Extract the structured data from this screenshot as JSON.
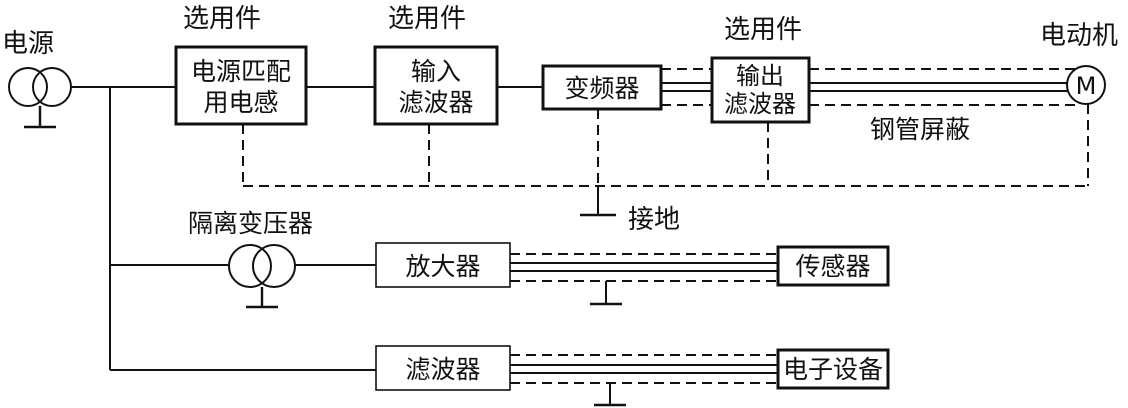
{
  "labels": {
    "power_source": "电源",
    "optional_1": "选用件",
    "optional_2": "选用件",
    "optional_3": "选用件",
    "motor": "电动机",
    "motor_symbol": "M",
    "steel_pipe_shield": "钢管屏蔽",
    "grounding": "接地",
    "isolation_transformer": "隔离变压器"
  },
  "blocks": {
    "matching_inductor": [
      "电源匹配",
      "用电感"
    ],
    "input_filter": [
      "输入",
      "滤波器"
    ],
    "inverter": "变频器",
    "output_filter": [
      "输出",
      "滤波器"
    ],
    "amplifier": "放大器",
    "sensor": "传感器",
    "filter": "滤波器",
    "electronic_device": "电子设备"
  },
  "colors": {
    "line": "#111111",
    "background": "#ffffff"
  }
}
